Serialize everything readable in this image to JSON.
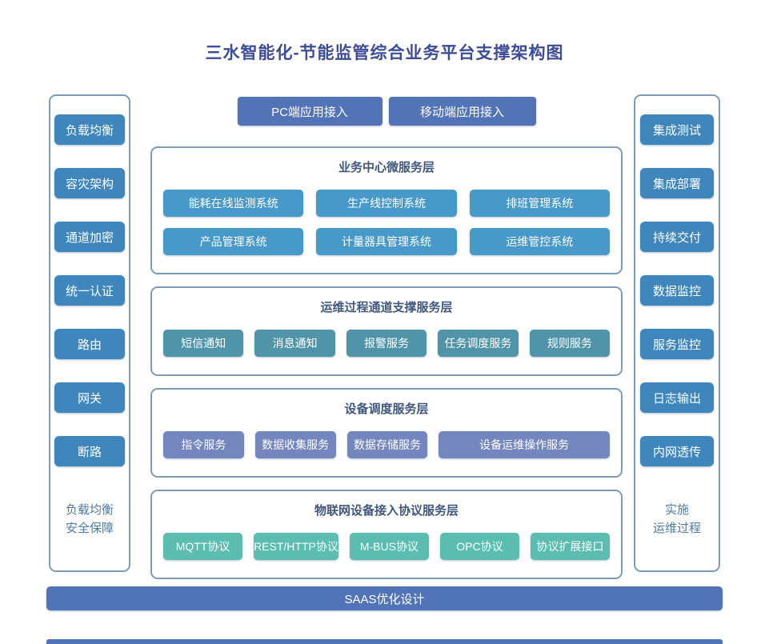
{
  "title": "三水智能化-节能监管综合业务平台支撑架构图",
  "top_access": {
    "items": [
      "PC端应用接入",
      "移动端应用接入"
    ]
  },
  "left_panel": {
    "items": [
      "负载均衡",
      "容灾架构",
      "通道加密",
      "统一认证",
      "路由",
      "网关",
      "断路"
    ],
    "footer_lines": [
      "负载均衡",
      "安全保障"
    ]
  },
  "right_panel": {
    "items": [
      "集成测试",
      "集成部署",
      "持续交付",
      "数据监控",
      "服务监控",
      "日志输出",
      "内网透传"
    ],
    "footer_lines": [
      "实施",
      "运维过程"
    ]
  },
  "layers": [
    {
      "title": "业务中心微服务层",
      "items": [
        "能耗在线监测系统",
        "生产线控制系统",
        "排班管理系统",
        "产品管理系统",
        "计量器具管理系统",
        "运维管控系统"
      ]
    },
    {
      "title": "运维过程通道支撑服务层",
      "items": [
        "短信通知",
        "消息通知",
        "报警服务",
        "任务调度服务",
        "规则服务"
      ]
    },
    {
      "title": "设备调度服务层",
      "items": [
        "指令服务",
        "数据收集服务",
        "数据存储服务",
        "设备运维操作服务"
      ]
    },
    {
      "title": "物联网设备接入协议服务层",
      "items": [
        "MQTT协议",
        "REST/HTTP协议",
        "M-BUS协议",
        "OPC协议",
        "协议扩展接口"
      ]
    }
  ],
  "bottom_bar": {
    "label": "SAAS优化设计"
  },
  "colors": {
    "title_text": "#3d4c96",
    "panel_border": "#7d9cbc",
    "sidebar_button": "#3e86bb",
    "access_button": "#5273b6",
    "layer1_button": "#4699c8",
    "layer2_button": "#5094a9",
    "layer3_button": "#7386bd",
    "layer4_button": "#5abdb0",
    "bottom_bar": "#5173b7",
    "section_title_text": "#40587c",
    "panel_footer_text": "#4e7ba7"
  }
}
